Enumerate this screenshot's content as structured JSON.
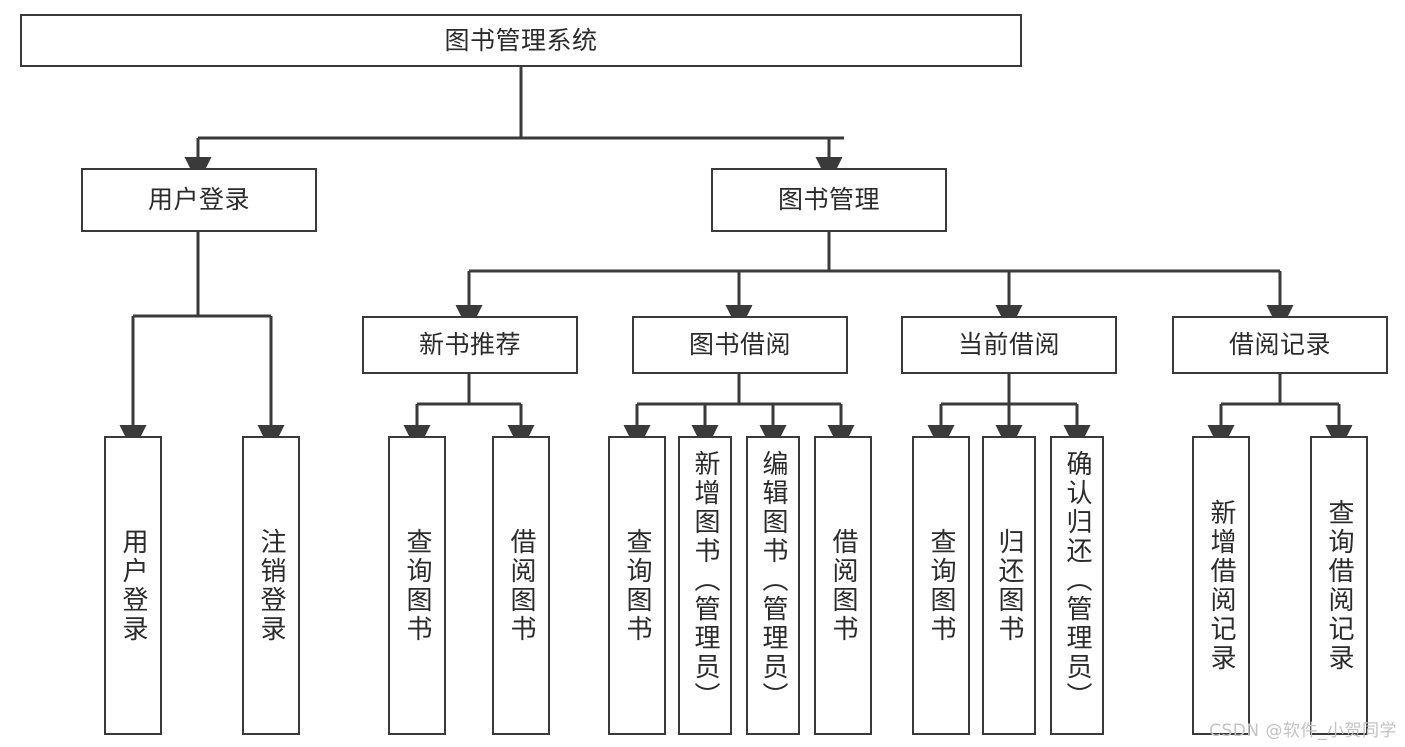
{
  "diagram": {
    "type": "tree",
    "title": "图书管理系统",
    "watermark": "CSDN @软件_小贺同学",
    "nodes": {
      "root": {
        "label": "图书管理系统"
      },
      "level2": [
        {
          "id": "user-login",
          "label": "用户登录"
        },
        {
          "id": "book-manage",
          "label": "图书管理"
        }
      ],
      "level3": [
        {
          "id": "new-book-recommend",
          "label": "新书推荐"
        },
        {
          "id": "book-borrow",
          "label": "图书借阅"
        },
        {
          "id": "current-borrow",
          "label": "当前借阅"
        },
        {
          "id": "borrow-record",
          "label": "借阅记录"
        }
      ],
      "leaves": [
        {
          "id": "leaf-user-login",
          "label": "用户登录",
          "parent": "user-login"
        },
        {
          "id": "leaf-logout",
          "label": "注销登录",
          "parent": "user-login"
        },
        {
          "id": "leaf-query-book-1",
          "label": "查询图书",
          "parent": "new-book-recommend"
        },
        {
          "id": "leaf-borrow-book-1",
          "label": "借阅图书",
          "parent": "new-book-recommend"
        },
        {
          "id": "leaf-query-book-2",
          "label": "查询图书",
          "parent": "book-borrow"
        },
        {
          "id": "leaf-add-book",
          "label": "新增图书（管理员）",
          "parent": "book-borrow"
        },
        {
          "id": "leaf-edit-book",
          "label": "编辑图书（管理员）",
          "parent": "book-borrow"
        },
        {
          "id": "leaf-borrow-book-2",
          "label": "借阅图书",
          "parent": "book-borrow"
        },
        {
          "id": "leaf-query-book-3",
          "label": "查询图书",
          "parent": "current-borrow"
        },
        {
          "id": "leaf-return-book",
          "label": "归还图书",
          "parent": "current-borrow"
        },
        {
          "id": "leaf-confirm-return",
          "label": "确认归还（管理员）",
          "parent": "current-borrow"
        },
        {
          "id": "leaf-add-record",
          "label": "新增借阅记录",
          "parent": "borrow-record"
        },
        {
          "id": "leaf-query-record",
          "label": "查询借阅记录",
          "parent": "borrow-record"
        }
      ]
    },
    "colors": {
      "stroke": "#3a3a3a",
      "text": "#2b2b2b",
      "background": "#ffffff",
      "watermark": "#c3c3c3"
    }
  }
}
